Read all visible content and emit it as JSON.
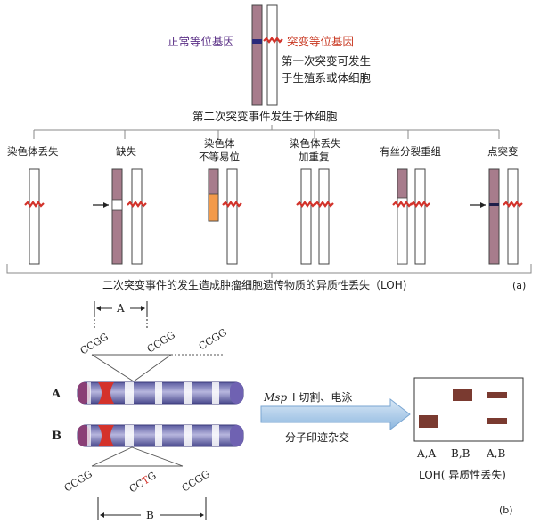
{
  "panel_a": {
    "top": {
      "normal_allele_label": "正常等位基因",
      "mutant_allele_label": "突变等位基因",
      "first_mutation_line1": "第一次突变可发生",
      "first_mutation_line2": "于生殖系或体细胞"
    },
    "second_event_label": "第二次突变事件发生于体细胞",
    "branches": [
      {
        "label_line1": "染色体丢失",
        "label_line2": ""
      },
      {
        "label_line1": "缺失",
        "label_line2": ""
      },
      {
        "label_line1": "染色体",
        "label_line2": "不等易位"
      },
      {
        "label_line1": "染色体丢失",
        "label_line2": "加重复"
      },
      {
        "label_line1": "有丝分裂重组",
        "label_line2": ""
      },
      {
        "label_line1": "点突变",
        "label_line2": ""
      }
    ],
    "bottom_caption": "二次突变事件的发生造成肿瘤细胞遗传物质的异质性丢失（LOH)",
    "panel_label": "(a)"
  },
  "panel_b": {
    "A_bracket_label": "A",
    "B_bracket_label": "B",
    "top_sites": [
      "CCGG",
      "CCGG",
      "CCGG"
    ],
    "bottom_sites": [
      "CCGG",
      "CC",
      "T",
      "G",
      "CCGG"
    ],
    "chromosome_A_label": "A",
    "chromosome_B_label": "B",
    "enzyme": "Msp",
    "step_line1": "I  切割、电泳",
    "step_line2": "分子印迹杂交",
    "gel_lanes": [
      "A,A",
      "B,B",
      "A,B"
    ],
    "loh_caption": "LOH( 异质性丢失)",
    "panel_label": "(b)"
  },
  "colors": {
    "chromosome_mauve": "#a77c8c",
    "mutation_red": "#d2322a",
    "translocation_orange": "#f29a4a",
    "band_navy": "#3b3a7a",
    "centromere_red": "#d4322b",
    "arrow_blue": "#9fc2e3",
    "gel_band": "#7a3a30"
  }
}
